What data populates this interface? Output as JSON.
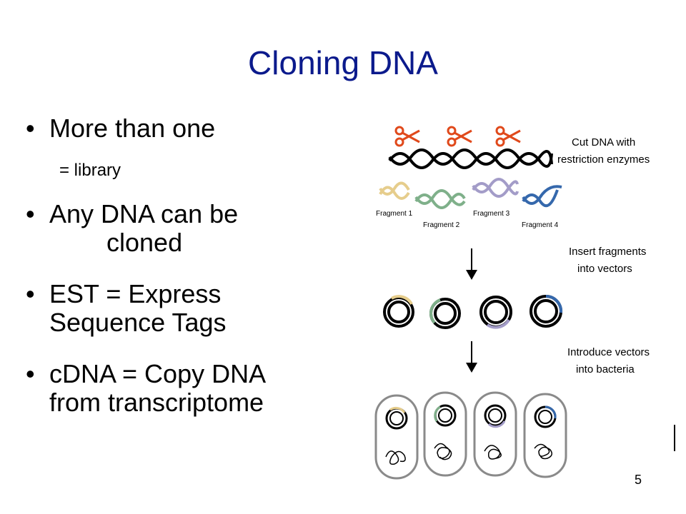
{
  "slide": {
    "title": "Cloning DNA",
    "bullets": [
      {
        "text": "More than one",
        "sub": "= library"
      },
      {
        "text": "Any DNA can be\n        cloned"
      },
      {
        "text": "EST = Express\nSequence Tags"
      },
      {
        "text": "cDNA = Copy DNA\nfrom transcriptome"
      }
    ],
    "bullet_glyph": "•",
    "page_number": "5"
  },
  "diagram": {
    "step1_lines": [
      "Cut DNA with",
      "restriction enzymes"
    ],
    "step2_lines": [
      "Insert fragments",
      "into vectors"
    ],
    "step3_lines": [
      "Introduce vectors",
      "into bacteria"
    ],
    "fragments": [
      "Fragment 1",
      "Fragment 2",
      "Fragment 3",
      "Fragment 4"
    ],
    "colors": {
      "title": "#0b1a8c",
      "scissors": "#e0491b",
      "fragment1": "#e6cd8c",
      "fragment2": "#7fb08a",
      "fragment3": "#a39cc8",
      "fragment4": "#3568ac",
      "cell_outline": "#8a8a8a"
    }
  }
}
